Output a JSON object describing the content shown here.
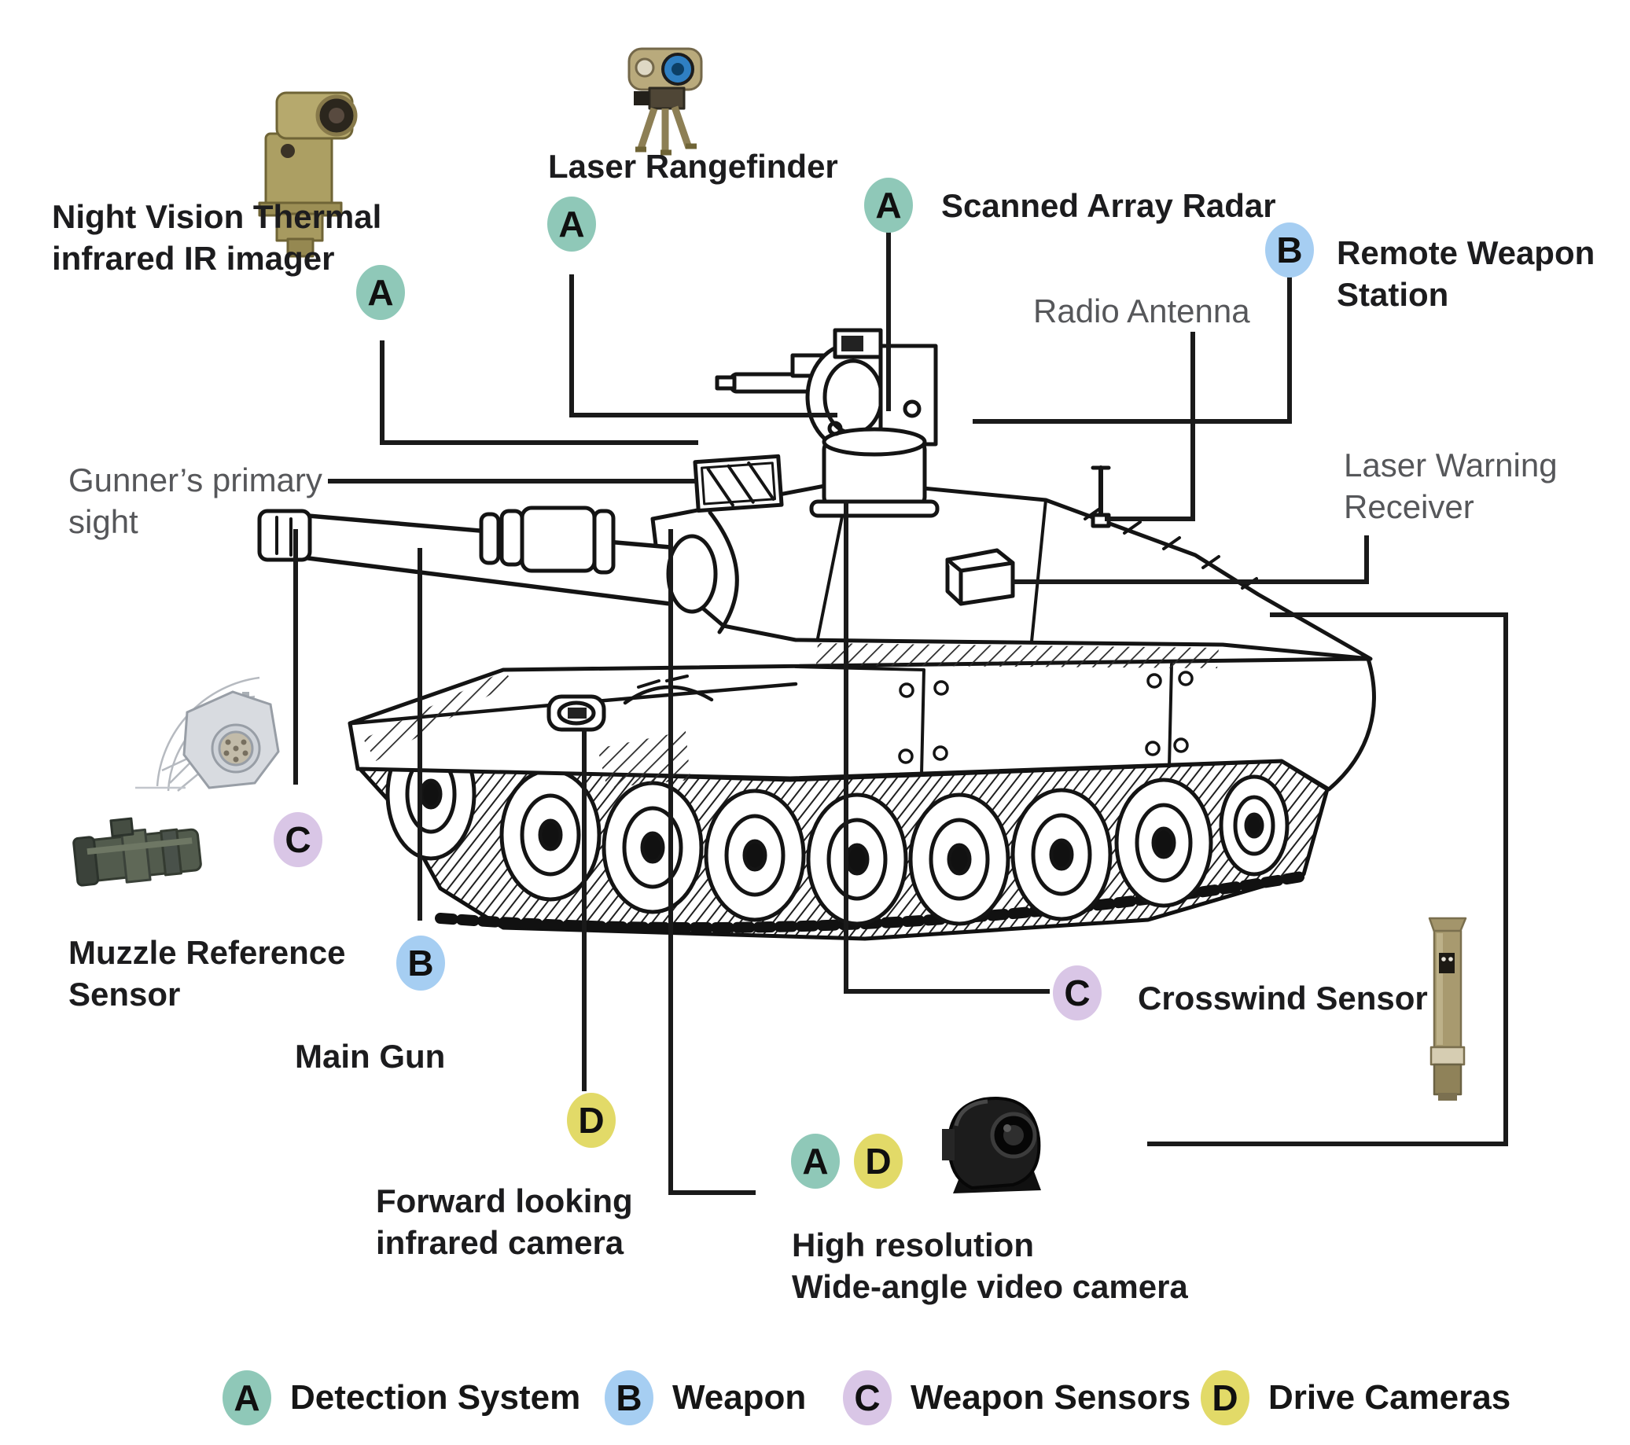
{
  "badge_colors": {
    "A": "#8fc8b8",
    "B": "#a6cef2",
    "C": "#d9c6e6",
    "D": "#e2da68"
  },
  "text_colors": {
    "primary": "#1c1c1e",
    "secondary": "#56575a"
  },
  "callouts": {
    "night_vision": {
      "label": "Night Vision Thermal\ninfrared IR imager",
      "badges": [
        "A"
      ]
    },
    "laser_rangefinder": {
      "label": "Laser Rangefinder",
      "badges": [
        "A"
      ]
    },
    "scanned_array_radar": {
      "label": "Scanned Array Radar",
      "badges": [
        "A"
      ]
    },
    "remote_weapon_station": {
      "label": "Remote Weapon\nStation",
      "badges": [
        "B"
      ]
    },
    "radio_antenna": {
      "label": "Radio Antenna",
      "badges": []
    },
    "laser_warning_receiver": {
      "label": "Laser Warning\nReceiver",
      "badges": []
    },
    "gunners_primary_sight": {
      "label": "Gunner’s primary\nsight",
      "badges": []
    },
    "muzzle_reference_sensor": {
      "label": "Muzzle Reference\nSensor",
      "badges": [
        "C"
      ]
    },
    "main_gun": {
      "label": "Main Gun",
      "badges": [
        "B"
      ]
    },
    "forward_looking_infrared_camera": {
      "label": "Forward looking\ninfrared camera",
      "badges": [
        "D"
      ]
    },
    "high_resolution_camera": {
      "label": "High resolution\nWide-angle video camera",
      "badges": [
        "A",
        "D"
      ]
    },
    "crosswind_sensor": {
      "label": "Crosswind Sensor",
      "badges": [
        "C"
      ]
    }
  },
  "legend": [
    {
      "letter": "A",
      "label": "Detection System"
    },
    {
      "letter": "B",
      "label": "Weapon"
    },
    {
      "letter": "C",
      "label": "Weapon Sensors"
    },
    {
      "letter": "D",
      "label": "Drive Cameras"
    }
  ],
  "illustrations": [
    "tank-line-drawing",
    "night-vision-imager-photo",
    "laser-rangefinder-photo",
    "muzzle-reference-sensor-sketch",
    "optical-scope-photo",
    "wide-angle-camera-photo",
    "crosswind-sensor-photo"
  ]
}
